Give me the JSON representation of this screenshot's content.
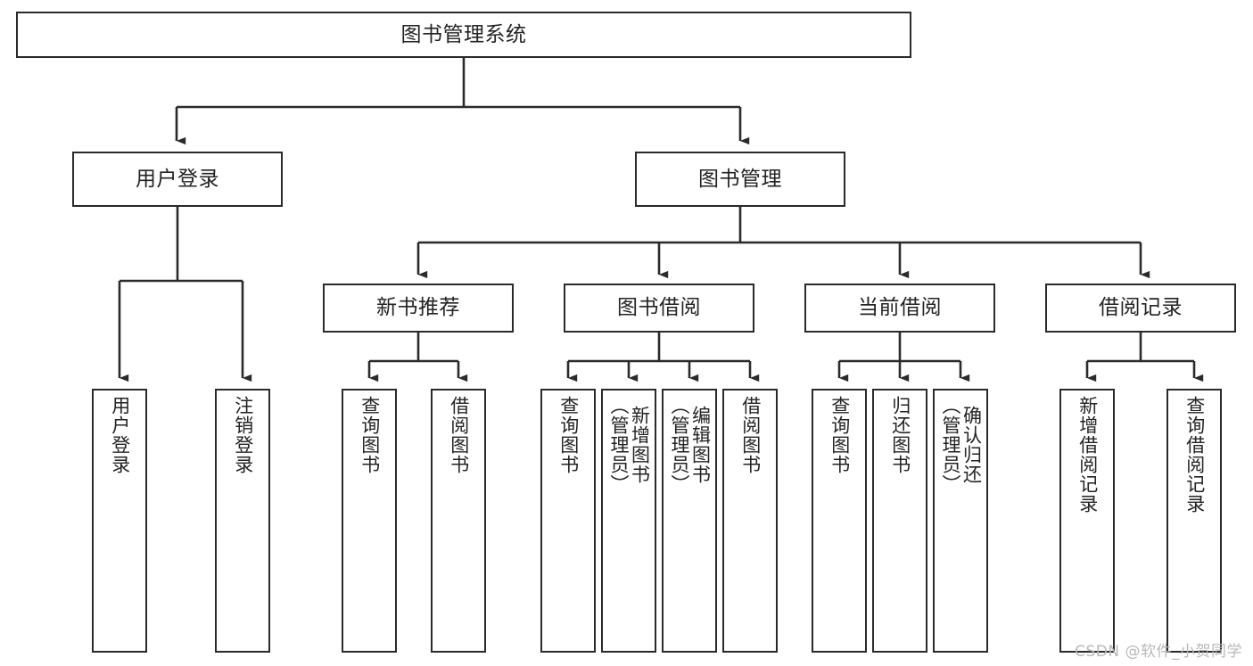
{
  "diagram": {
    "type": "tree",
    "title": "图书管理系统",
    "watermark": "CSDN @软件_小贺同学",
    "colors": {
      "stroke": "#2a2a2a",
      "fill": "#ffffff",
      "text": "#232323",
      "watermark": "#b8b8b8"
    },
    "levels": {
      "root": [
        "图书管理系统"
      ],
      "level2": [
        "用户登录",
        "图书管理"
      ],
      "level3": [
        "新书推荐",
        "图书借阅",
        "当前借阅",
        "借阅记录"
      ]
    },
    "nodes": {
      "root": {
        "label": "图书管理系统"
      },
      "user_login": {
        "label": "用户登录"
      },
      "book_mgmt": {
        "label": "图书管理"
      },
      "new_book_rec": {
        "label": "新书推荐"
      },
      "book_borrow": {
        "label": "图书借阅"
      },
      "current_borrow": {
        "label": "当前借阅"
      },
      "borrow_record": {
        "label": "借阅记录"
      },
      "leaf_user_login": {
        "label": "用户登录"
      },
      "leaf_logout": {
        "label": "注销登录"
      },
      "leaf_query_book_1": {
        "label": "查询图书"
      },
      "leaf_borrow_book_1": {
        "label": "借阅图书"
      },
      "leaf_query_book_2": {
        "label": "查询图书"
      },
      "leaf_add_book": {
        "label": "新增图书\n（管理员）"
      },
      "leaf_edit_book": {
        "label": "编辑图书\n（管理员）"
      },
      "leaf_borrow_book_2": {
        "label": "借阅图书"
      },
      "leaf_query_book_3": {
        "label": "查询图书"
      },
      "leaf_return_book": {
        "label": "归还图书"
      },
      "leaf_confirm_return": {
        "label": "确认归还\n（管理员）"
      },
      "leaf_add_record": {
        "label": "新增借阅记录"
      },
      "leaf_query_record": {
        "label": "查询借阅记录"
      }
    }
  }
}
